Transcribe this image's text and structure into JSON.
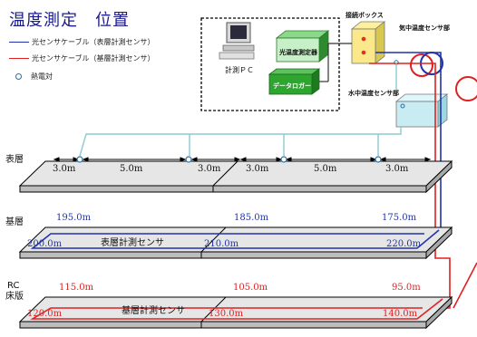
{
  "title": "温度測定　位置",
  "legend": {
    "surface_fiber": "光センサケーブル（表層計測センサ）",
    "base_fiber": "光センサケーブル（基層計測センサ）",
    "thermocouple": "熱電対"
  },
  "equipment": {
    "pc": "計測ＰＣ",
    "fiber_meter": "光温度測定器",
    "data_logger": "データロガー",
    "junction_box": "接続ボックス",
    "air_sensor": "気中温度センサ部",
    "water_sensor": "水中温度センサ部"
  },
  "layers": {
    "surface": "表層",
    "base": "基層",
    "rc_line1": "RC",
    "rc_line2": "床版"
  },
  "surface_spacing": {
    "d1": "3.0m",
    "d2": "5.0m",
    "d3": "3.0m",
    "d4": "3.0m",
    "d5": "5.0m",
    "d6": "3.0m"
  },
  "surface_sensor": {
    "name": "表層計測センサ",
    "back": [
      "195.0m",
      "185.0m",
      "175.0m"
    ],
    "front": [
      "200.0m",
      "210.0m",
      "220.0m"
    ]
  },
  "base_sensor": {
    "name": "基層計測センサ",
    "back": [
      "115.0m",
      "105.0m",
      "95.0m"
    ],
    "front": [
      "120.0m",
      "130.0m",
      "140.0m"
    ]
  },
  "colors": {
    "title": "#1a1a8a",
    "surface_fiber": "#2233aa",
    "base_fiber": "#e02020",
    "thermocouple_wire": "#8ccad0",
    "slab": "#d4d4d4",
    "green_box": "#2ea52e"
  }
}
